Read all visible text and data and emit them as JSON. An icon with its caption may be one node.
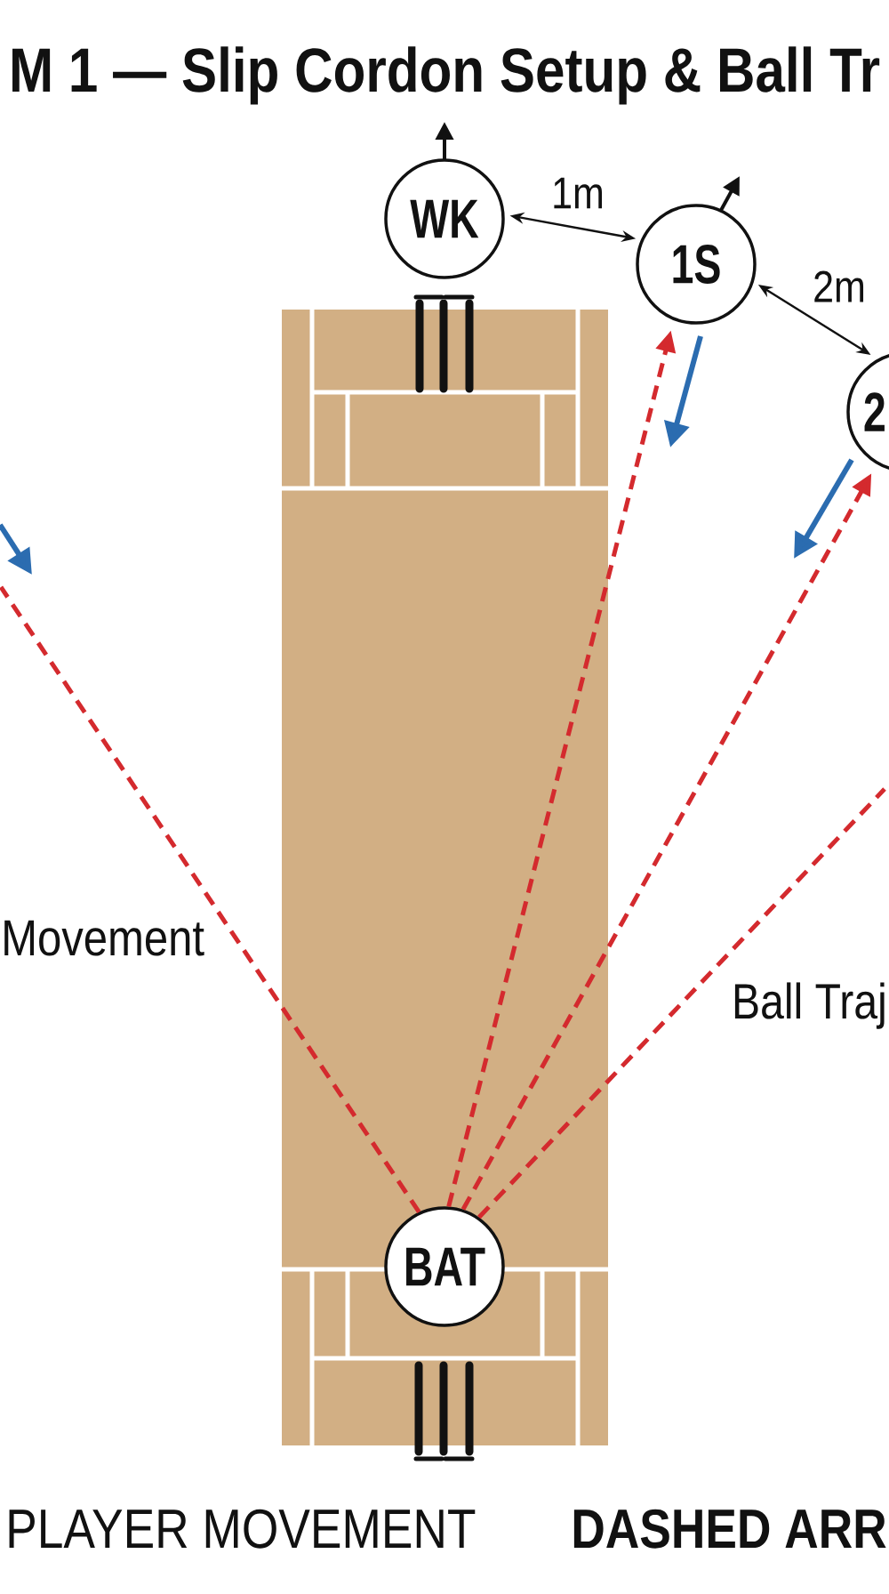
{
  "diagram": {
    "title": "M 1 — Slip Cordon Setup & Ball Tr",
    "nodes": [
      {
        "text": [
          "WK"
        ]
      },
      {
        "text": [
          "1S"
        ]
      },
      {
        "text": [
          "2"
        ]
      },
      {
        "text": [
          "BAT"
        ]
      }
    ],
    "edges": [
      {
        "from": 0,
        "to": 1,
        "arrow": "both",
        "label": "1m",
        "color": "#111111"
      },
      {
        "from": 1,
        "to": 2,
        "arrow": "both",
        "label": "2m",
        "color": "#111111"
      },
      {
        "from": 3,
        "to": null,
        "arrow": "none",
        "style": "dashed",
        "color": "#d42a2e"
      },
      {
        "from": 3,
        "to": 1,
        "arrow": "to",
        "style": "dashed",
        "color": "#d42a2e"
      },
      {
        "from": 3,
        "to": 2,
        "arrow": "to",
        "style": "dashed",
        "color": "#d42a2e"
      },
      {
        "from": 3,
        "to": null,
        "arrow": "none",
        "style": "dashed",
        "color": "#d42a2e"
      }
    ],
    "labels": [
      "Movement",
      "Ball Traj",
      "PLAYER MOVEMENT",
      "DASHED ARR"
    ]
  }
}
